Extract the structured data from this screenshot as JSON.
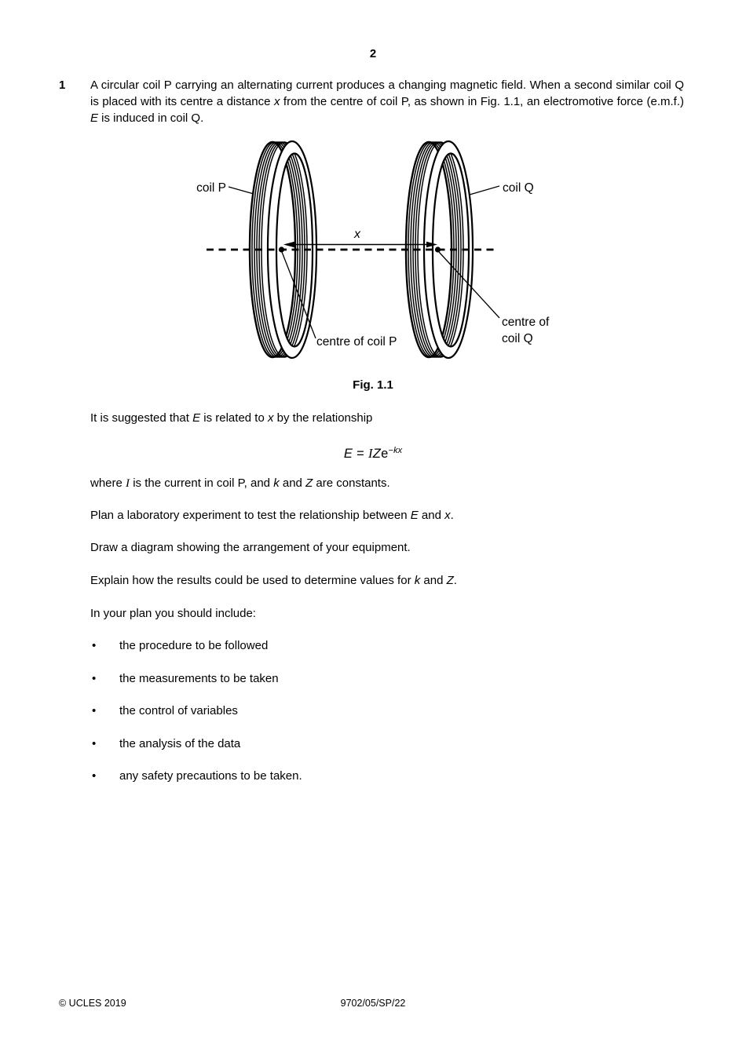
{
  "page": {
    "number": "2",
    "footer_left": "© UCLES 2019",
    "footer_center": "9702/05/SP/22"
  },
  "question": {
    "number": "1",
    "intro": {
      "t1": "A circular coil P carrying an alternating current produces a changing magnetic field. When a second similar coil Q is placed with its centre a distance ",
      "v1": "x",
      "t2": " from the centre of coil P, as shown in Fig. 1.1, an electromotive force (e.m.f.) ",
      "v2": "E",
      "t3": " is induced in coil Q."
    },
    "suggested": {
      "t1": "It is suggested that ",
      "v1": "E",
      "t2": " is related to ",
      "v2": "x",
      "t3": " by the relationship"
    },
    "equation": {
      "E": "E",
      "equals": " = ",
      "I": "I",
      "Z": "Z",
      "e": "e",
      "exp_minus": "−",
      "exp_kx": "kx"
    },
    "where": {
      "t1": "where ",
      "v1": "I",
      "t2": " is the current in coil P, and ",
      "v2": "k",
      "t3": " and ",
      "v3": "Z",
      "t4": " are constants."
    },
    "plan": {
      "t1": "Plan a laboratory experiment to test the relationship between ",
      "v1": "E",
      "t2": " and ",
      "v2": "x",
      "t3": "."
    },
    "draw": "Draw a diagram showing the arrangement of your equipment.",
    "explain": {
      "t1": "Explain how the results could be used to determine values for ",
      "v1": "k",
      "t2": " and ",
      "v2": "Z",
      "t3": "."
    },
    "include_heading": "In your plan you should include:",
    "bullet_char": "•",
    "bullets": [
      "the procedure to be followed",
      "the measurements to be taken",
      "the control of variables",
      "the analysis of the data",
      "any safety precautions to be taken."
    ]
  },
  "figure": {
    "caption": "Fig. 1.1",
    "label_coil_p": "coil P",
    "label_coil_q": "coil Q",
    "label_x": "x",
    "label_centre_p": "centre of coil P",
    "label_centre_q_line1": "centre of",
    "label_centre_q_line2": "coil Q"
  }
}
